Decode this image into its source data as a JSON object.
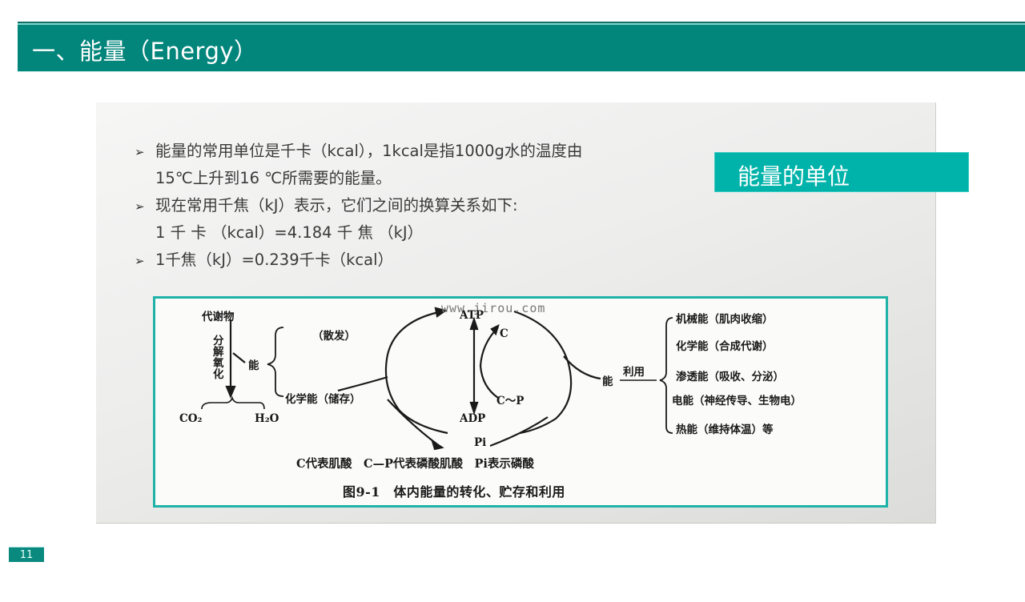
{
  "header": {
    "title": "一、能量（Energy）"
  },
  "content": {
    "bullets": [
      {
        "marker": "➢",
        "lines": [
          "能量的常用单位是千卡（kcal），1kcal是指1000g水的温度由",
          "15℃上升到16 ℃所需要的能量。"
        ]
      },
      {
        "marker": "➢",
        "lines": [
          "现在常用千焦（kJ）表示，它们之间的换算关系如下:",
          "1 千 卡 （kcal）=4.184 千 焦 （kJ）"
        ]
      },
      {
        "marker": "➢",
        "lines": [
          "1千焦（kJ）=0.239千卡（kcal）"
        ]
      }
    ],
    "tag_label": "能量的单位"
  },
  "figure": {
    "watermark": "www.jirou.com",
    "left": {
      "top_label": "代谢物",
      "process_label": [
        "分",
        "解",
        "氧",
        "化"
      ],
      "energy_label": "能",
      "dissipate_label": "（散发）",
      "store_label": "化学能（储存）",
      "products": [
        "CO₂",
        "H₂O"
      ]
    },
    "cycle": {
      "atp": "ATP",
      "adp": "ADP",
      "pi": "Pi",
      "c": "C",
      "cp": "C～P"
    },
    "right": {
      "energy_label": "能",
      "use_label": "利用",
      "uses": [
        "机械能（肌肉收缩）",
        "化学能（合成代谢）",
        "渗透能（吸收、分泌）",
        "电能（神经传导、生物电）",
        "热能（维持体温）等"
      ]
    },
    "legend": "C代表肌酸　C—P代表磷酸肌酸　Pi表示磷酸",
    "caption": "图9-1　体内能量的转化、贮存和利用"
  },
  "footer": {
    "page_number": "11"
  }
}
